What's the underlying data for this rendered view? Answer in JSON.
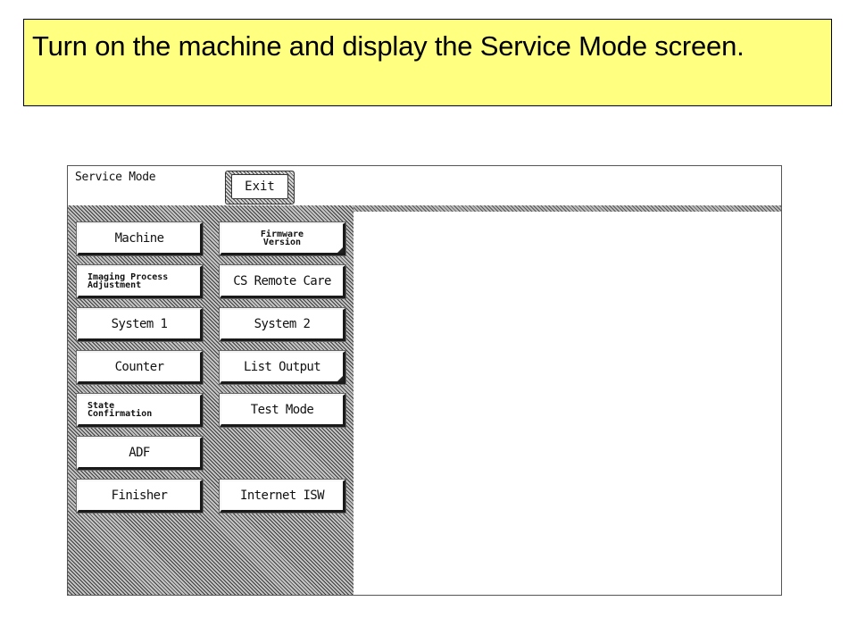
{
  "instruction": {
    "text": "Turn on the machine and display the Service Mode screen."
  },
  "service_mode": {
    "title": "Service Mode",
    "exit_label": "Exit",
    "left_column": [
      {
        "label": "Machine"
      },
      {
        "label_line1": "Imaging Process",
        "label_line2": "Adjustment"
      },
      {
        "label": "System 1"
      },
      {
        "label": "Counter"
      },
      {
        "label_line1": "State",
        "label_line2": "Confirmation"
      },
      {
        "label": "ADF"
      },
      {
        "label": "Finisher"
      }
    ],
    "right_column": [
      {
        "label_line1": "Firmware",
        "label_line2": "Version"
      },
      {
        "label": "CS Remote Care"
      },
      {
        "label": "System 2"
      },
      {
        "label": "List Output"
      },
      {
        "label": "Test Mode"
      },
      {
        "label": "Internet ISW"
      }
    ]
  },
  "colors": {
    "instruction_background": "#ffff80",
    "button_face": "#ffffff",
    "hatch_dark": "#3c3c3c"
  }
}
